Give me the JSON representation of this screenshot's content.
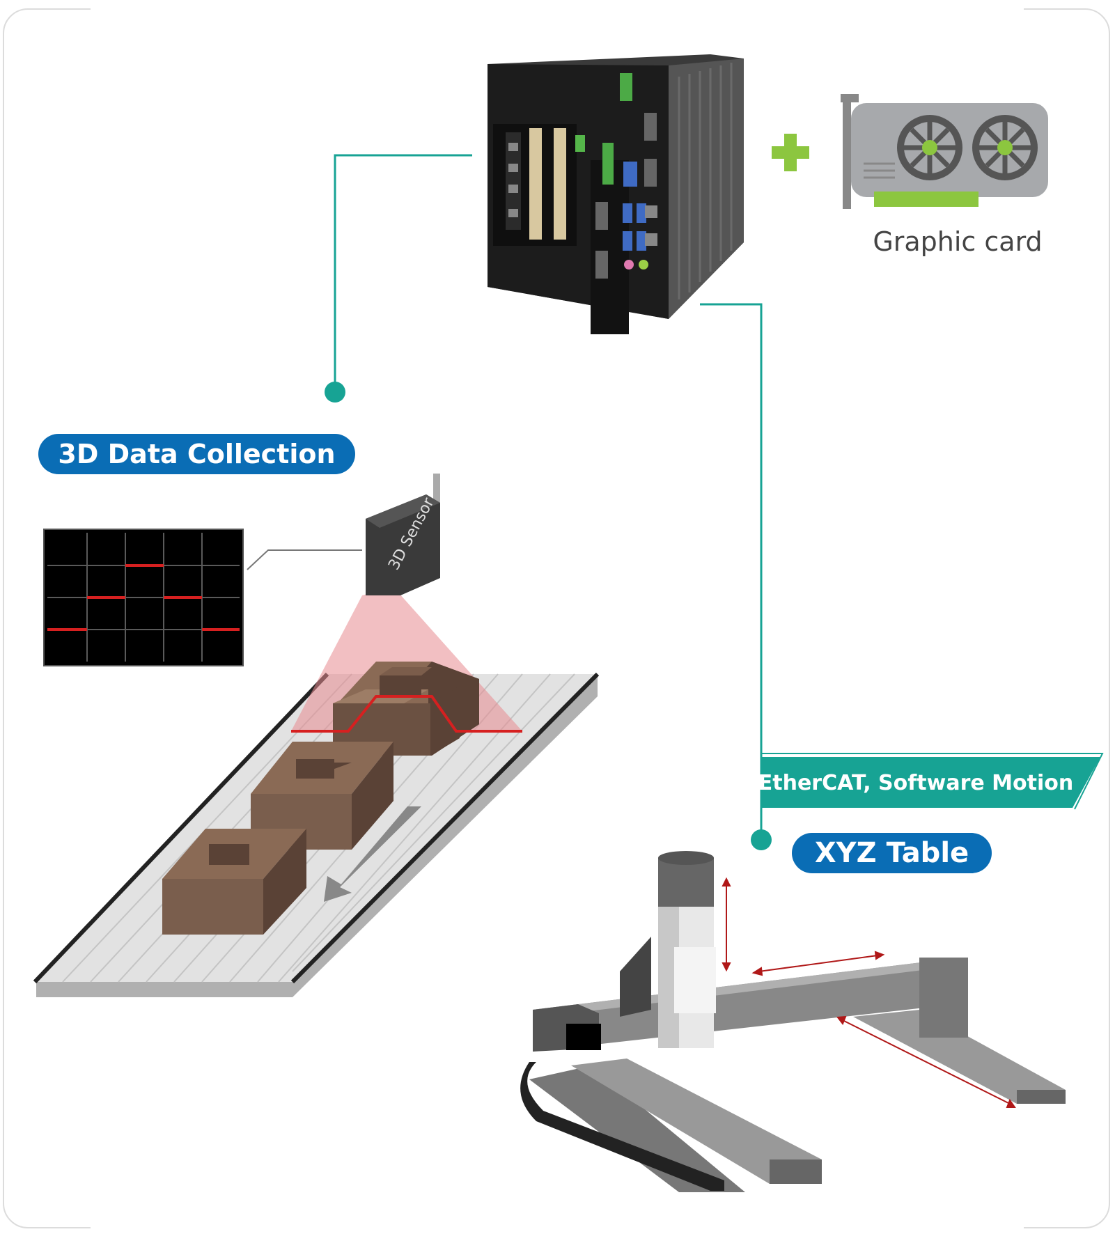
{
  "labels": {
    "data_collection": "3D Data Collection",
    "xyz_table": "XYZ Table",
    "graphic_card": "Graphic card",
    "ethercat": "EtherCAT, Software Motion",
    "sensor": "3D Sensor"
  },
  "colors": {
    "pill_blue": "#0a6db5",
    "connector_teal": "#17a394",
    "plus_green": "#8cc63f",
    "laser_red": "#d62020",
    "box_brown": "#6b5142"
  },
  "icons": {
    "plus": "plus-icon",
    "gpu": "graphics-card-icon",
    "computer": "industrial-pc-icon"
  }
}
